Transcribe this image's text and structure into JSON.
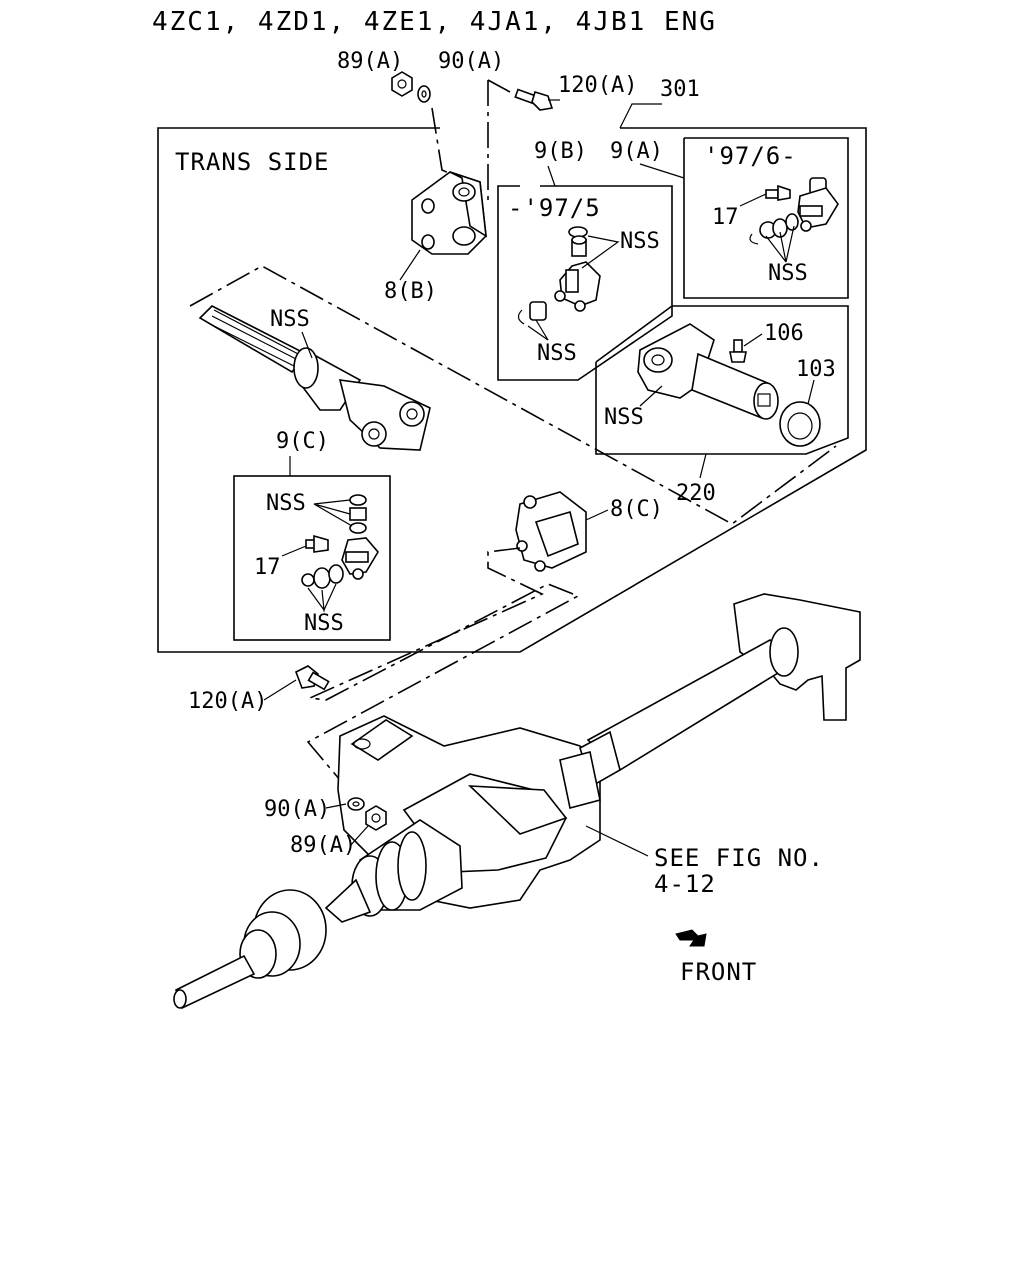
{
  "header": {
    "engine_title": "4ZC1, 4ZD1, 4ZE1, 4JA1, 4JB1 ENG"
  },
  "labels": {
    "trans_side": "TRANS SIDE",
    "assembly_301": "301",
    "nut_89a_top": "89(A)",
    "washer_90a_top": "90(A)",
    "bolt_120a_top": "120(A)",
    "flange_8b": "8(B)",
    "joint_9b": "9(B)",
    "joint_9a": "9(A)",
    "period_97_6": "'97/6-",
    "period_97_5": "-'97/5",
    "nss_9b_top": "NSS",
    "nss_9b_bottom": "NSS",
    "grease_17_9a": "17",
    "nss_9a": "NSS",
    "nss_shaft": "NSS",
    "fitting_106": "106",
    "cap_103": "103",
    "nss_yoke_220": "NSS",
    "assembly_220": "220",
    "joint_9c": "9(C)",
    "nss_9c_top": "NSS",
    "grease_17_9c": "17",
    "nss_9c_bottom": "NSS",
    "flange_8c": "8(C)",
    "bolt_120a_bottom": "120(A)",
    "washer_90a_bottom": "90(A)",
    "nut_89a_bottom": "89(A)",
    "see_fig_line1": "SEE FIG NO.",
    "see_fig_line2": "4-12",
    "front": "FRONT"
  }
}
